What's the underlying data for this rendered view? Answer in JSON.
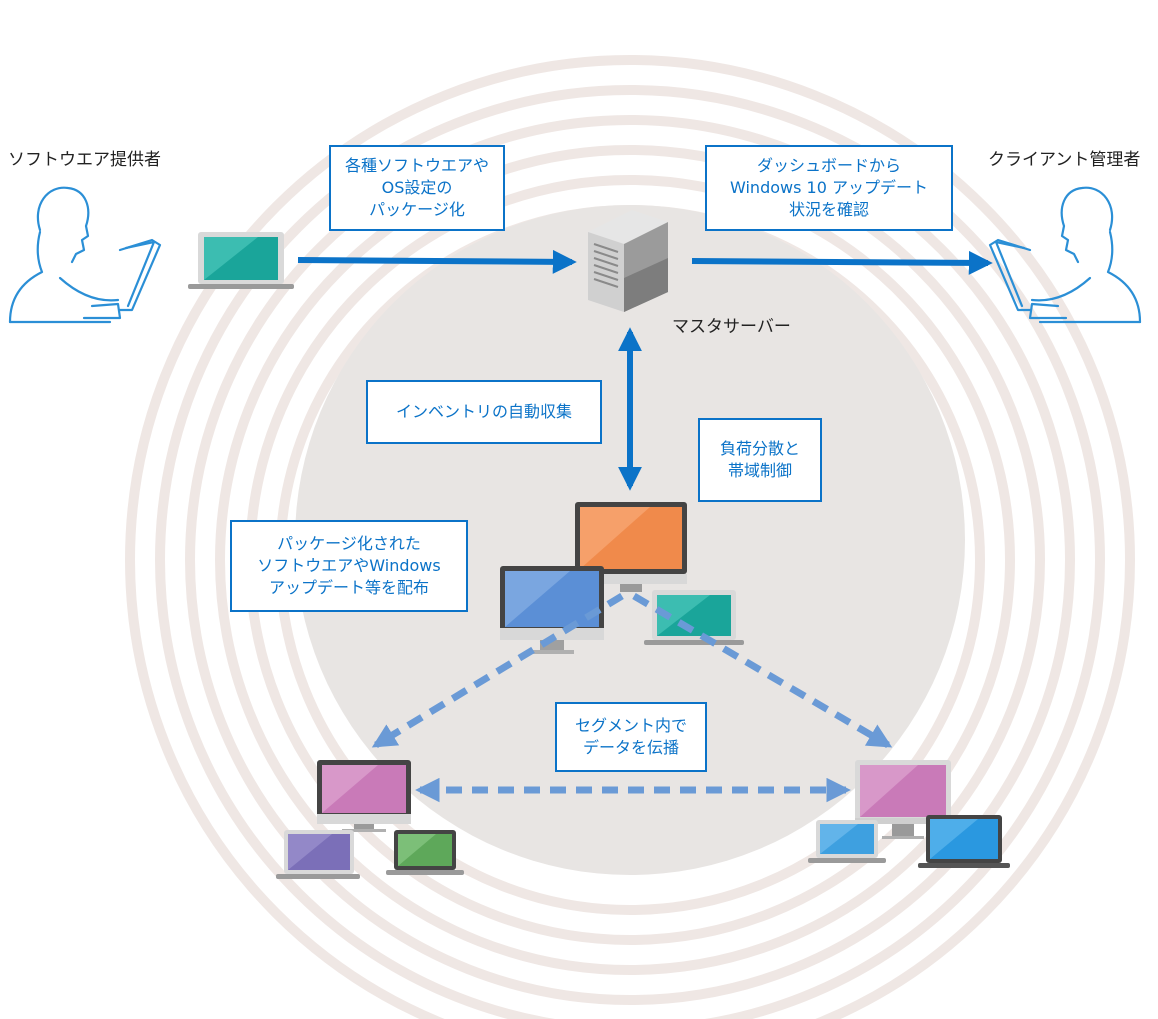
{
  "actors": {
    "provider": "ソフトウエア提供者",
    "client_admin": "クライアント管理者",
    "master_server": "マスタサーバー"
  },
  "callouts": {
    "packaging": [
      "各種ソフトウエアや",
      "OS設定の",
      "パッケージ化"
    ],
    "dashboard": [
      "ダッシュボードから",
      "Windows 10 アップデート",
      "状況を確認"
    ],
    "inventory": [
      "インベントリの自動収集"
    ],
    "load_balance": [
      "負荷分散と",
      "帯域制御"
    ],
    "distribute": [
      "パッケージ化された",
      "ソフトウエアやWindows",
      "アップデート等を配布"
    ],
    "propagate": [
      "セグメント内で",
      "データを伝播"
    ]
  },
  "colors": {
    "accent_blue": "#0b73c8",
    "dashed_arrow": "#6a9ad6",
    "ring": "#efe7e4",
    "center_disc": "#e8e5e3"
  }
}
